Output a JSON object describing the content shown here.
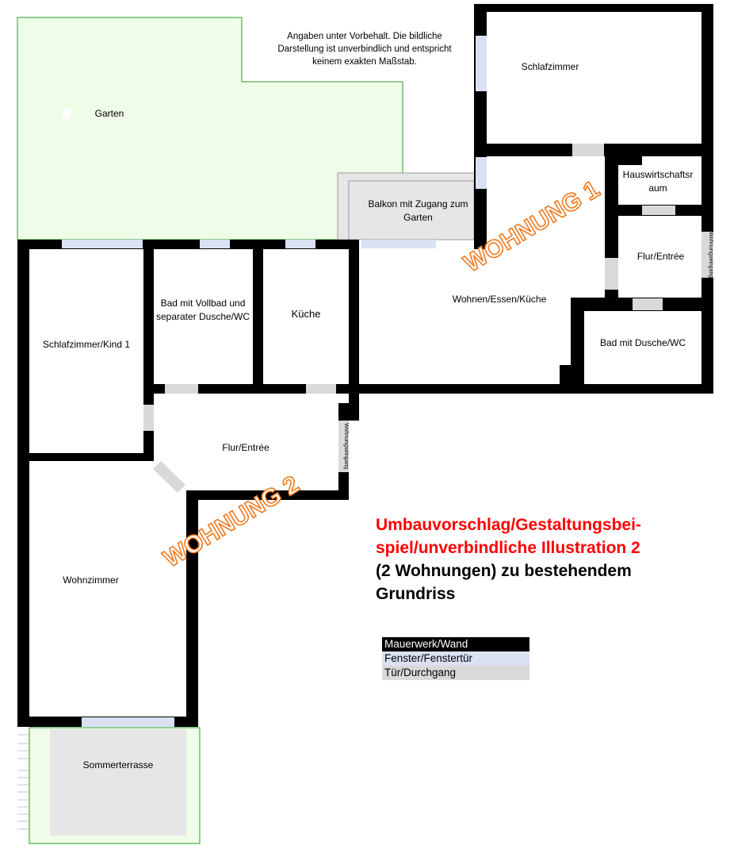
{
  "note": "Angaben unter Vorbehalt. Die bildliche Darstellung ist unverbindlich und entspricht keinem exakten Maßstab.",
  "rooms": {
    "garten": "Garten",
    "balkon": "Balkon mit Zugang zum Garten",
    "schlafzimmer": "Schlafzimmer",
    "hauswirtschaftsraum": "Hauswirtschaftsr aum",
    "flur1": "Flur/Entrée",
    "wohnen": "Wohnen/Essen/Küche",
    "bad1": "Bad mit Dusche/WC",
    "schlafzimmer_kind": "Schlafzimmer/Kind 1",
    "bad2": "Bad mit Vollbad und separater Dusche/WC",
    "kueche": "Küche",
    "flur2": "Flur/Entrée",
    "wohnzimmer": "Wohnzimmer",
    "sommerterrasse": "Sommerterrasse"
  },
  "entrances": {
    "w1": "Wohnungseingang",
    "w2": "Wohnungseingang"
  },
  "units": {
    "w1": "WOHNUNG 1",
    "w2": "WOHNUNG 2"
  },
  "title": {
    "red": "Umbauvorschlag/Gestaltungsbei-spiel/unverbindliche Illustration 2",
    "black": "(2 Wohnungen) zu bestehendem Grundriss"
  },
  "legend": [
    {
      "label": "Mauerwerk/Wand",
      "color": "#000000"
    },
    {
      "label": "Fenster/Fenstertür",
      "color": "#dae1f3"
    },
    {
      "label": "Tür/Durchgang",
      "color": "#d9d9d9"
    }
  ],
  "colors": {
    "wall": "#000000",
    "window": "#dae1f3",
    "door": "#d9d9d9",
    "garden": "#effde8",
    "unit_label": "#f07a20",
    "title_red": "#ff0000"
  }
}
